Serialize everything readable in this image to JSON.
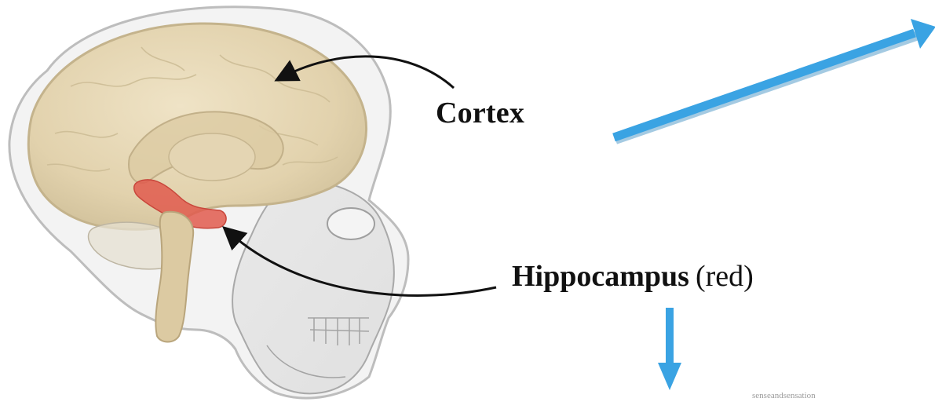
{
  "labels": {
    "cortex": "Cortex",
    "hippocampus": "Hippocampus",
    "hippocampus_note": "(red)"
  },
  "watermark": "senseandsensation",
  "illustration": {
    "subject": "head-skull-brain-side-view",
    "brain_color": "#e8d9b8",
    "hippocampus_color": "#e05a4e",
    "skull_color": "#d9d9d9"
  },
  "annotations": {
    "arrow_color": "#3aa3e3",
    "pointer_color": "#111111"
  }
}
